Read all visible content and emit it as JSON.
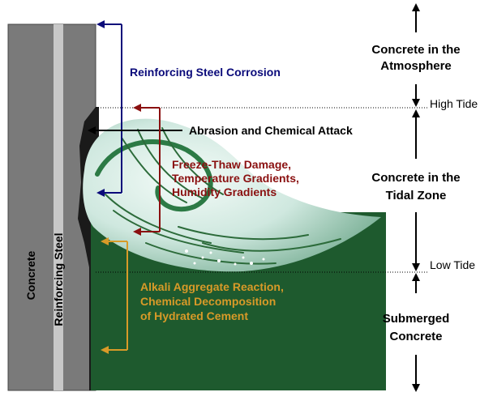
{
  "labels": {
    "concrete": "Concrete",
    "reinforcing_steel": "Reinforcing Steel",
    "steel_corrosion": "Reinforcing Steel Corrosion",
    "abrasion": "Abrasion and Chemical Attack",
    "freeze_line1": "Freeze-Thaw Damage,",
    "freeze_line2": "Temperature Gradients,",
    "freeze_line3": "Humidity Gradients",
    "alkali_line1": "Alkali Aggregate Reaction,",
    "alkali_line2": "Chemical Decomposition",
    "alkali_line3": "of Hydrated Cement"
  },
  "zones": {
    "atmosphere_line1": "Concrete in the",
    "atmosphere_line2": "Atmosphere",
    "tidal_line1": "Concrete in the",
    "tidal_line2": "Tidal Zone",
    "submerged_line1": "Submerged",
    "submerged_line2": "Concrete"
  },
  "tides": {
    "high": "High Tide",
    "low": "Low Tide"
  },
  "colors": {
    "concrete": "#7a7a7a",
    "steel": "#c8c8c8",
    "water": "#1e5a2e",
    "wave_foam": "#dff0ea",
    "corrosion": "#0a0a7a",
    "freeze": "#8a1010",
    "alkali": "#d89a28",
    "abrasion": "#000000"
  }
}
